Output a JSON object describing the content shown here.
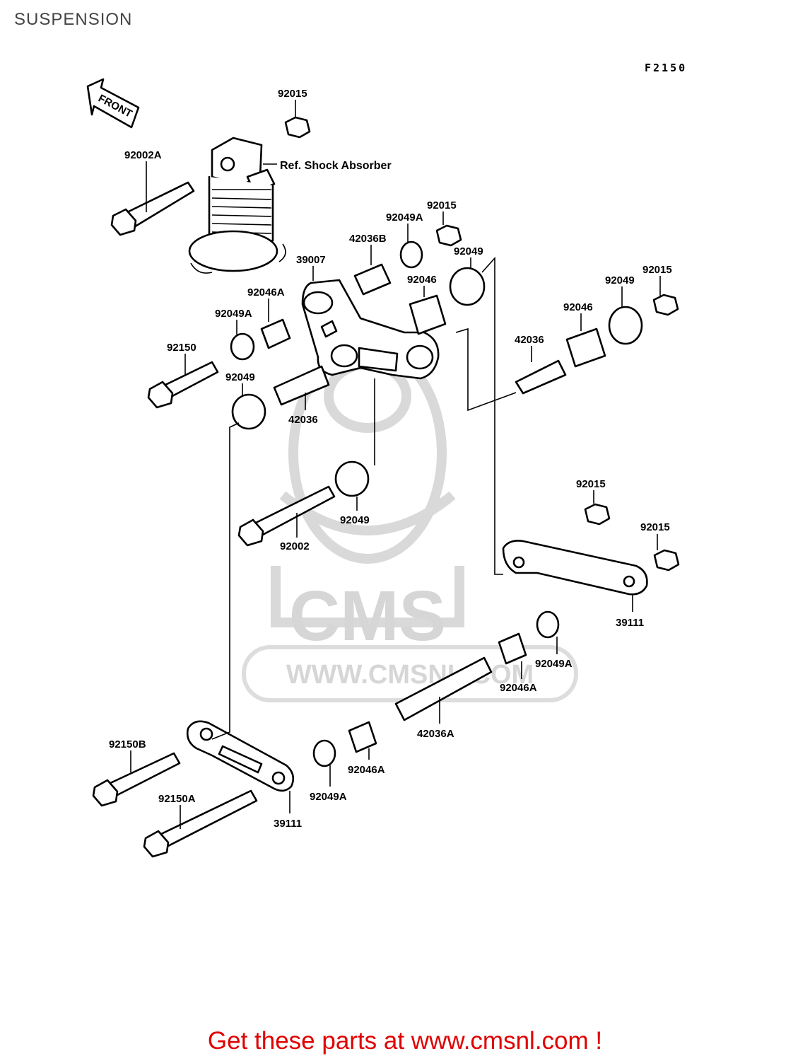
{
  "header": {
    "title": "SUSPENSION",
    "diagram_code": "F2150"
  },
  "front_arrow": {
    "label": "FRONT"
  },
  "reference": {
    "shock_absorber": "Ref. Shock Absorber"
  },
  "watermark": {
    "brand": "CMS",
    "site": "WWW.CMSNL.COM"
  },
  "labels": {
    "l01": "92015",
    "l02": "92002A",
    "l03": "92049A",
    "l04": "92015",
    "l05": "42036B",
    "l06": "92049",
    "l07": "39007",
    "l08": "92046",
    "l09": "92046A",
    "l10": "92049A",
    "l11": "92049",
    "l12": "92015",
    "l13": "92046",
    "l14": "92150",
    "l15": "42036",
    "l16": "92049",
    "l17": "42036",
    "l18": "92049",
    "l19": "92002",
    "l20": "92015",
    "l21": "92015",
    "l22": "39111",
    "l23": "92049A",
    "l24": "92046A",
    "l25": "42036A",
    "l26": "92150B",
    "l27": "92046A",
    "l28": "92049A",
    "l29": "92150A",
    "l30": "39111"
  },
  "footer": {
    "banner": "Get these parts at www.cmsnl.com !",
    "banner_color": "#e00000"
  }
}
